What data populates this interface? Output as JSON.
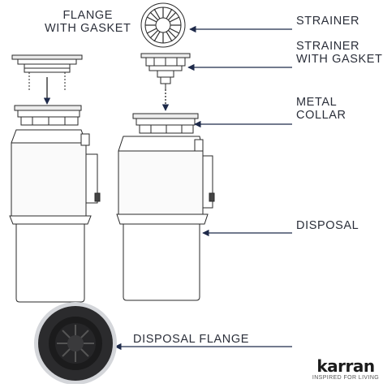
{
  "labels": {
    "flange_with_gasket": [
      "FLANGE",
      "WITH GASKET"
    ],
    "strainer": "STRAINER",
    "strainer_with_gasket": [
      "STRAINER",
      "WITH GASKET"
    ],
    "metal_collar": [
      "METAL",
      "COLLAR"
    ],
    "disposal": "DISPOSAL",
    "disposal_flange": "DISPOSAL FLANGE"
  },
  "brand": {
    "name": "karran",
    "tagline": "INSPIRED FOR LIVING"
  },
  "colors": {
    "line": "#1e2a4a",
    "outline": "#2a2a2a",
    "text": "#2b2f3a"
  }
}
